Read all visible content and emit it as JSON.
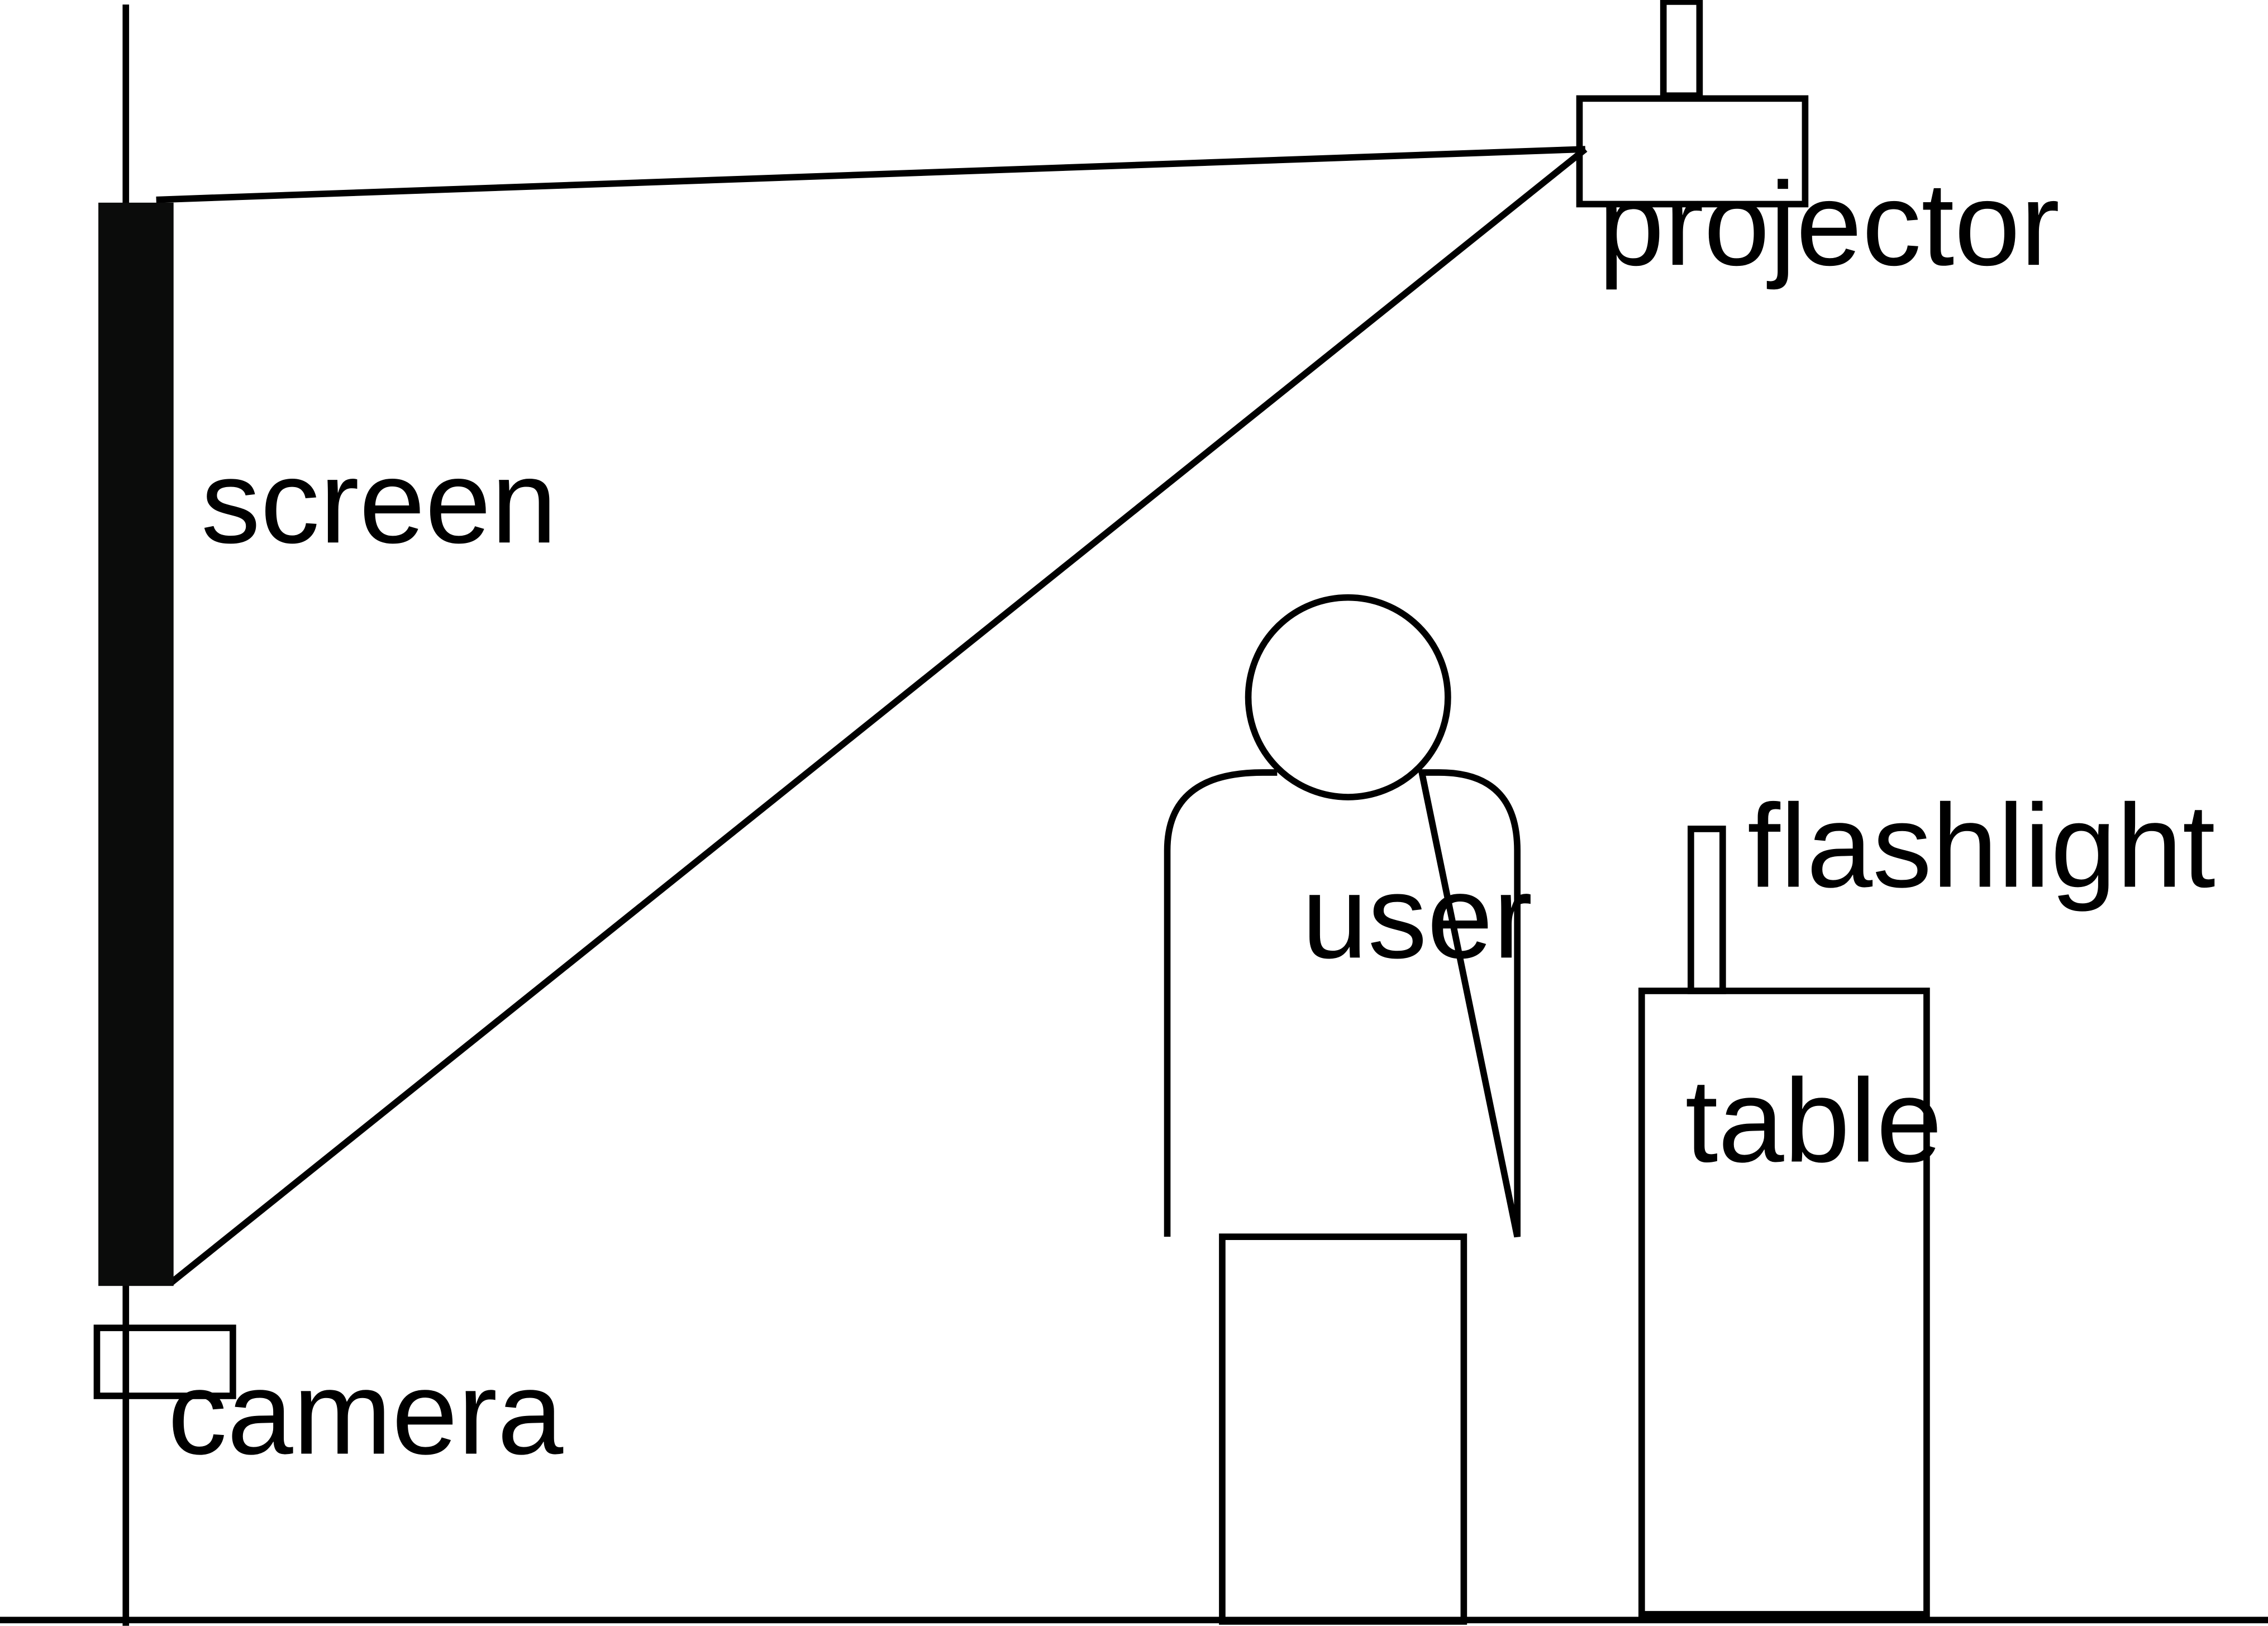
{
  "labels": {
    "projector": "projector",
    "screen": "screen",
    "user": "user",
    "flashlight": "flashlight",
    "table": "table",
    "camera": "camera"
  },
  "colors": {
    "line": "#000000",
    "screen_fill": "#0b0c0b",
    "background": "#ffffff"
  }
}
